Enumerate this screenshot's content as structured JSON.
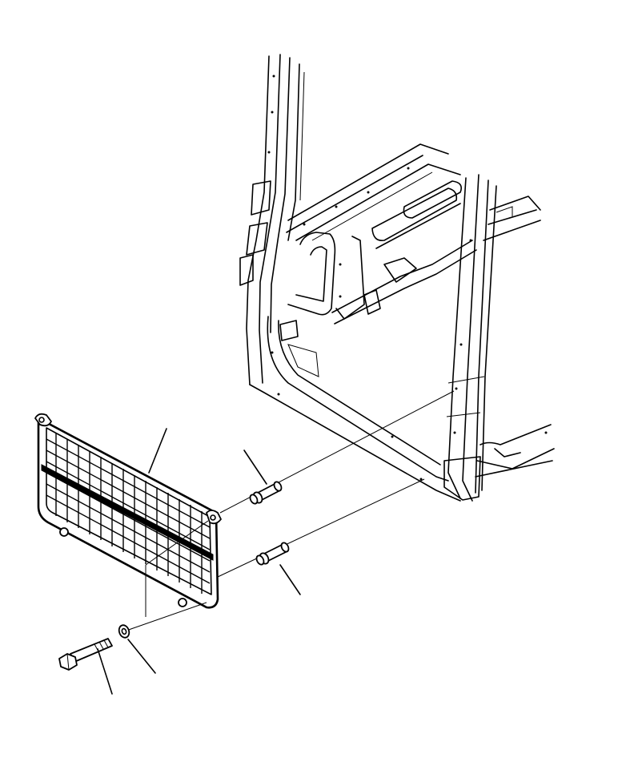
{
  "figure": {
    "kind": "exploded-parts-diagram",
    "parts": [
      {
        "id": "mesh-guard-panel",
        "icon": "wire-mesh-panel"
      },
      {
        "id": "upper-spacer-pin",
        "icon": "spacer-pin"
      },
      {
        "id": "lower-spacer-pin",
        "icon": "spacer-pin"
      },
      {
        "id": "washer",
        "icon": "washer"
      },
      {
        "id": "hex-bolt",
        "icon": "hex-bolt"
      }
    ],
    "assembly": "cab-door-frame",
    "colors": {
      "line": "#000000",
      "background": "#ffffff"
    }
  }
}
